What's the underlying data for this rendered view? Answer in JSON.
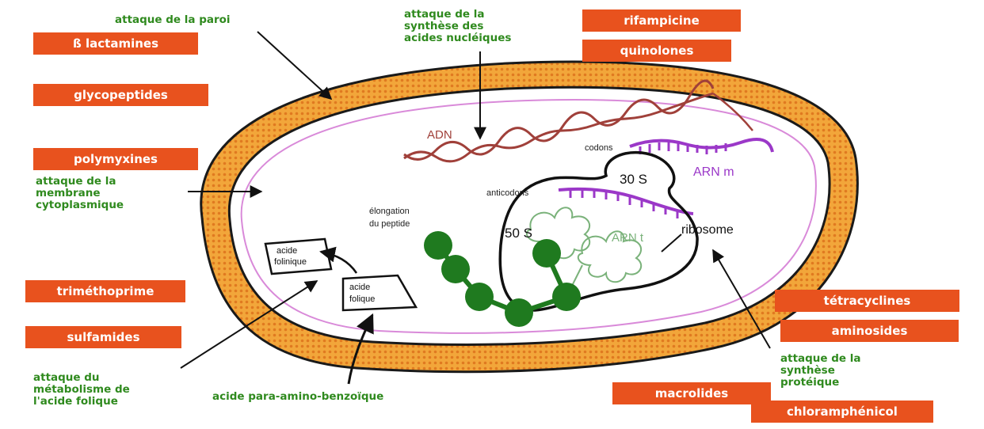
{
  "drugs": {
    "beta_lactamines": "ß lactamines",
    "glycopeptides": "glycopeptides",
    "polymyxines": "polymyxines",
    "trimethoprime": "triméthoprime",
    "sulfamides": "sulfamides",
    "rifampicine": "rifampicine",
    "quinolones": "quinolones",
    "tetracyclines": "tétracyclines",
    "aminosides": "aminosides",
    "macrolides": "macrolides",
    "chloramphenicol": "chloramphénicol"
  },
  "mechanisms": {
    "paroi": "attaque de la paroi",
    "acides_nucleiques": [
      "attaque de la",
      "synthèse des",
      "acides nucléiques"
    ],
    "membrane": [
      "attaque de la",
      "membrane",
      "cytoplasmique"
    ],
    "acide_folique": [
      "attaque du",
      "métabolisme de",
      "l'acide folique"
    ],
    "proteique": [
      "attaque de la",
      "synthèse",
      "protéique"
    ],
    "paba": "acide para-amino-benzoïque"
  },
  "cell_labels": {
    "adn": "ADN",
    "codons": "codons",
    "arn_m": "ARN m",
    "s30": "30 S",
    "s50": "50 S",
    "anticodons": "anticodons",
    "elongation": [
      "élongation",
      "du peptide"
    ],
    "arn_t": "ARN t",
    "ribosome": "ribosome",
    "acide_folinique": [
      "acide",
      "folinique"
    ],
    "acide_folique": [
      "acide",
      "folique"
    ]
  },
  "colors": {
    "drug_box": "#e8521e",
    "mechanism_text": "#2f8a1e",
    "wall_fill": "#f2a63a",
    "wall_border": "#1a1a1a",
    "membrane": "#d98ad9",
    "dna": "#a0403a",
    "mrna": "#9b38c8",
    "trna": "#7ab27a",
    "peptide": "#1f7a1f"
  }
}
